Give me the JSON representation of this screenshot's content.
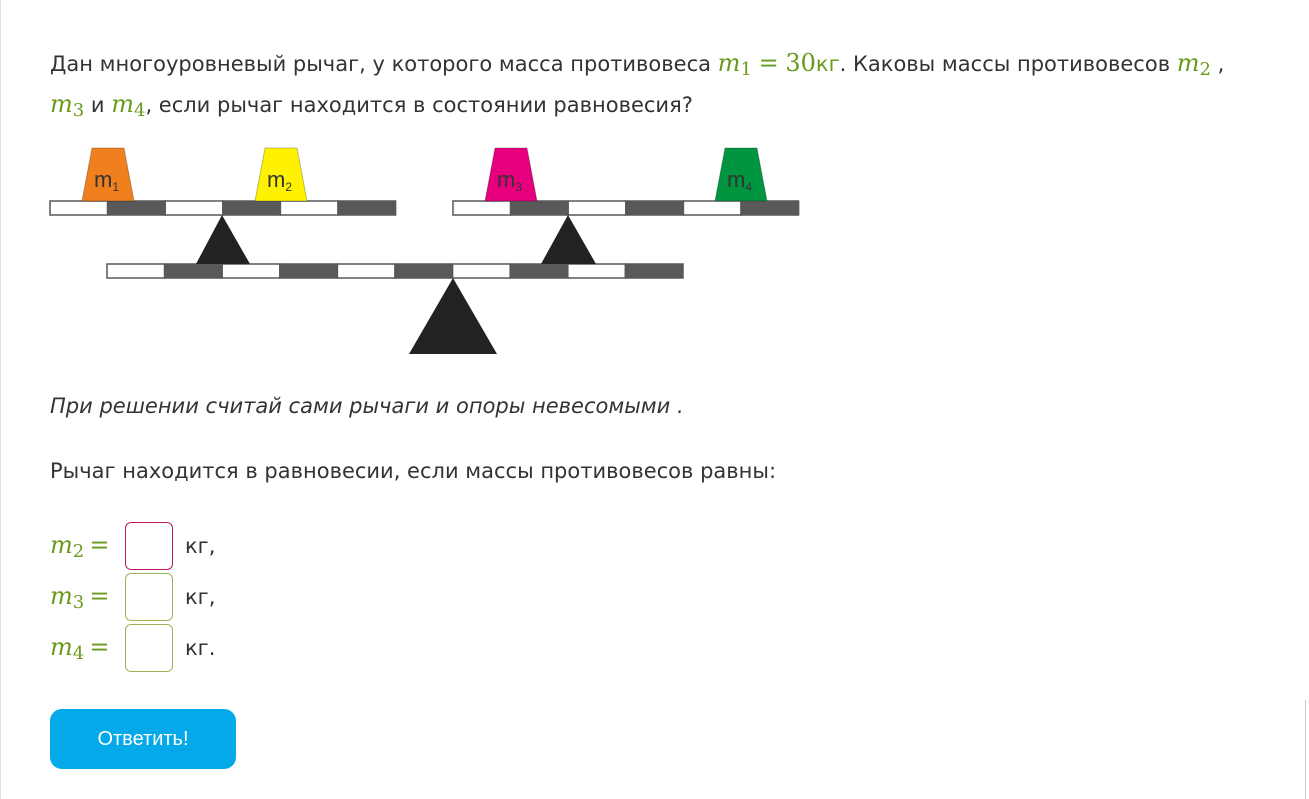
{
  "question": {
    "part1": "Дан многоуровневый рычаг, у которого масса противовеса ",
    "m1_var": "m",
    "m1_sub": "1",
    "eq": "=",
    "m1_value": "30",
    "m1_unit": "кг",
    "part2": ". Каковы массы противовесов ",
    "m2_var": "m",
    "m2_sub": "2",
    "comma": " ,",
    "m3_var": "m",
    "m3_sub": "3",
    "and": " и ",
    "m4_var": "m",
    "m4_sub": "4",
    "part3": ", если рычаг находится в состоянии равновесия?"
  },
  "diagram": {
    "weights": [
      {
        "label": "m",
        "sub": "1",
        "color": "#f07f1e"
      },
      {
        "label": "m",
        "sub": "2",
        "color": "#fff200"
      },
      {
        "label": "m",
        "sub": "3",
        "color": "#e6007e"
      },
      {
        "label": "m",
        "sub": "4",
        "color": "#009640"
      }
    ]
  },
  "hint": "При решении считай сами рычаги и опоры невесомыми .",
  "prompt": "Рычаг находится в равновесии, если массы противовесов равны:",
  "answers": [
    {
      "var": "m",
      "sub": "2",
      "eq": "=",
      "value": "",
      "unit": "кг,"
    },
    {
      "var": "m",
      "sub": "3",
      "eq": "=",
      "value": "",
      "unit": "кг,"
    },
    {
      "var": "m",
      "sub": "4",
      "eq": "=",
      "value": "",
      "unit": "кг."
    }
  ],
  "submit_label": "Ответить!"
}
